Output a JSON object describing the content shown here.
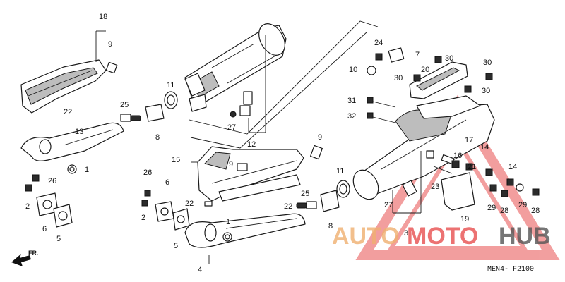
{
  "callouts": {
    "c18": "18",
    "c9a": "9",
    "c22a": "22",
    "c25a": "25",
    "c11a": "11",
    "c8a": "8",
    "c27a": "27",
    "c12": "12",
    "c13": "13",
    "c1a": "1",
    "c15": "15",
    "c9b": "9",
    "c9c": "9",
    "c26a": "26",
    "c2a": "2",
    "c6a": "6",
    "c5a": "5",
    "c26b": "26",
    "c6b": "6",
    "c2b": "2",
    "c22b": "22",
    "c5b": "5",
    "c4": "4",
    "c1b": "1",
    "c25b": "25",
    "c22c": "22",
    "c8b": "8",
    "c11b": "11",
    "c24": "24",
    "c7": "7",
    "c30a": "30",
    "c10": "10",
    "c20": "20",
    "c30b": "30",
    "c30c": "30",
    "c30d": "30",
    "c31": "31",
    "c32": "32",
    "c17": "17",
    "c14a": "14",
    "c16": "16",
    "c21": "21",
    "c14b": "14",
    "c23": "23",
    "c27b": "27",
    "c3": "3",
    "c19": "19",
    "c29a": "29",
    "c28a": "28",
    "c29b": "29",
    "c28b": "28"
  },
  "direction_label": "FR.",
  "diagram_code": "MEN4- F2100",
  "watermark": {
    "auto": "AUTO",
    "moto": "MOTO",
    "hub": "HUB",
    "color_auto": "#f0b070",
    "color_moto": "#e85050",
    "color_hub": "#555555"
  }
}
